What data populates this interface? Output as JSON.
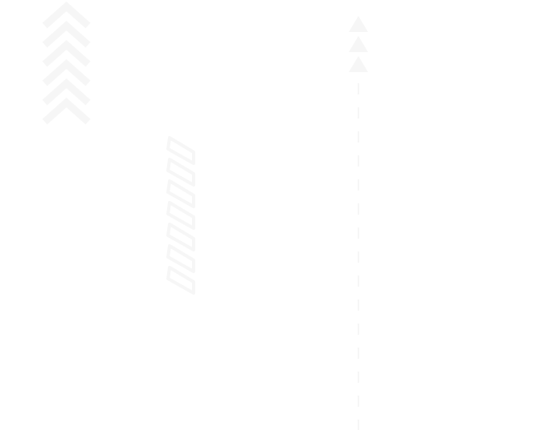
{
  "decor": {
    "color": "#f6f6f6",
    "chevron_stack": {
      "icon": "chevron-up-icon",
      "count": 6
    },
    "slanted_frames": {
      "icon": "slanted-frame-icon",
      "count": 7
    },
    "triangle_stack": {
      "icon": "triangle-up-icon",
      "count": 3
    },
    "dashed_line": {
      "style": "dashed"
    }
  }
}
